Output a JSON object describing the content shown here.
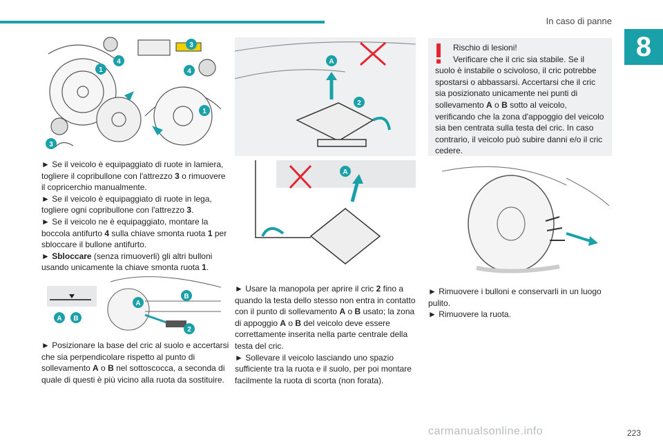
{
  "header": {
    "section_title": "In caso di panne",
    "chapter_number": "8"
  },
  "figures": {
    "fig1_callouts": [
      "1",
      "4",
      "3",
      "4",
      "1",
      "3"
    ],
    "fig2_callouts": [
      "A",
      "B",
      "A",
      "B",
      "2"
    ],
    "fig3_callouts": [
      "A",
      "2"
    ],
    "fig4_callouts": [
      "A"
    ]
  },
  "col1": {
    "para1": [
      {
        "pre": "► Se il veicolo è equipaggiato di ruote in lamiera, togliere il copribullone con l'attrezzo ",
        "bold": "3",
        "post": " o rimuovere il copricerchio manualmente."
      },
      {
        "pre": "► Se il veicolo è equipaggiato di ruote in lega, togliere ogni copribullone con l'attrezzo ",
        "bold": "3",
        "post": "."
      },
      {
        "pre": "► Se il veicolo ne è equipaggiato, montare la boccola antifurto ",
        "bold": "4",
        "post": " sulla chiave smonta ruota ",
        "bold2": "1",
        "post2": " per sbloccare il bullone antifurto."
      },
      {
        "pre": "► ",
        "bold": "Sbloccare",
        "post": " (senza rimuoverli) gli altri bulloni usando unicamente la chiave smonta ruota ",
        "bold2": "1",
        "post2": "."
      }
    ],
    "para2": {
      "pre": "► Posizionare la base del cric al suolo e accertarsi che sia perpendicolare rispetto al punto di sollevamento ",
      "b1": "A",
      "mid": " o ",
      "b2": "B",
      "post": " nel sottoscocca, a seconda di quale di questi è più vicino alla ruota da sostituire."
    }
  },
  "col2": {
    "para1": {
      "pre": "► Usare la manopola per aprire il cric ",
      "b1": "2",
      "t1": " fino a quando la testa dello stesso non entra in contatto con il punto di sollevamento ",
      "b2": "A",
      "t2": " o ",
      "b3": "B",
      "t3": " usato; la zona di appoggio ",
      "b4": "A",
      "t4": " o ",
      "b5": "B",
      "t5": " del veicolo deve essere correttamente inserita nella parte centrale della testa del cric."
    },
    "para2": "► Sollevare il veicolo lasciando uno spazio sufficiente tra la ruota e il suolo, per poi montare facilmente la ruota di scorta (non forata)."
  },
  "col3": {
    "warning": {
      "line1": "Rischio di lesioni!",
      "line2": "Verificare che il cric sia stabile. Se il",
      "rest_pre": "suolo è instabile o scivoloso, il cric potrebbe spostarsi o abbassarsi. Accertarsi che il cric sia posizionato unicamente nei punti di sollevamento ",
      "b1": "A",
      "mid": " o ",
      "b2": "B",
      "rest_post": " sotto al veicolo, verificando che la zona d'appoggio del veicolo sia ben centrata sulla testa del cric. In caso contrario, il veicolo può subire danni e/o il cric cedere."
    },
    "para1": "► Rimuovere i bulloni e conservarli in un luogo pulito.",
    "para2": "► Rimuovere la ruota."
  },
  "footer": {
    "page_number": "223",
    "watermark": "carmanualsonline.info"
  },
  "colors": {
    "accent": "#1aa0a8",
    "warning_red": "#e3262f",
    "gray_panel": "#eef0f1"
  }
}
